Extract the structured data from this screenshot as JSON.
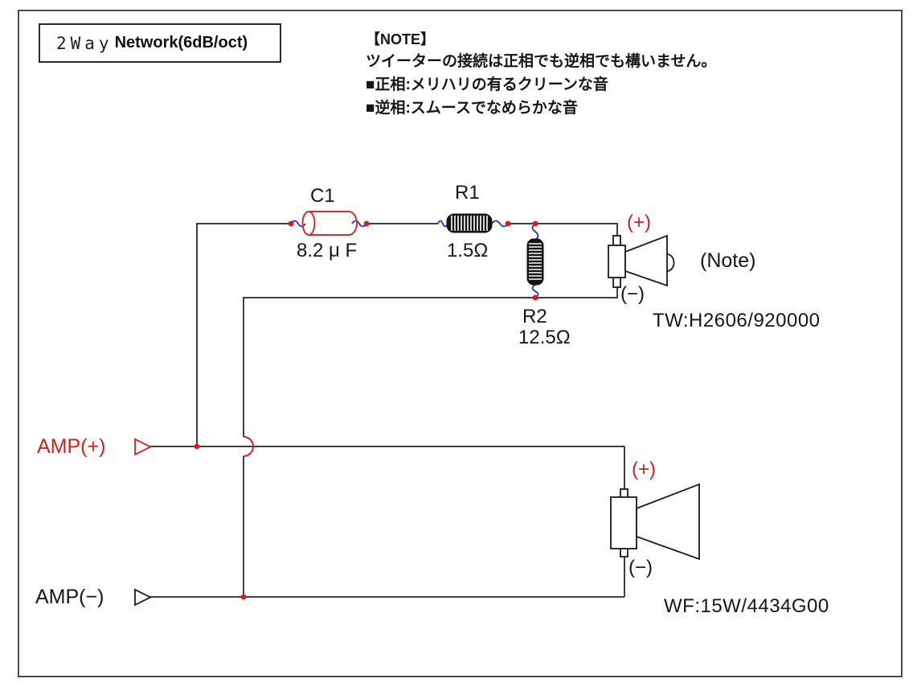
{
  "title": {
    "part1": "2Way",
    "part2": "Network(6dB/oct)"
  },
  "note": {
    "heading": "【NOTE】",
    "line1": "ツイーターの接続は正相でも逆相でも構いません。",
    "line2": "■正相:メリハリの有るクリーンな音",
    "line3": "■逆相:スムースでなめらかな音"
  },
  "components": {
    "c1": {
      "label": "C1",
      "value": "8.2 μ F"
    },
    "r1": {
      "label": "R1",
      "value": "1.5Ω"
    },
    "r2": {
      "label": "R2",
      "value": "12.5Ω"
    }
  },
  "tweeter": {
    "plus": "(+)",
    "minus": "(−)",
    "note_ref": "(Note)",
    "model": "TW:H2606/920000"
  },
  "woofer": {
    "plus": "(+)",
    "minus": "(−)",
    "model": "WF:15W/4434G00"
  },
  "amp": {
    "plus": "AMP(+)",
    "minus": "AMP(−)"
  },
  "colors": {
    "accent_red": "#d42020",
    "lead_blue": "#2a2ac8",
    "wire_gray": "#3f3f3f",
    "component_black": "#141414"
  }
}
